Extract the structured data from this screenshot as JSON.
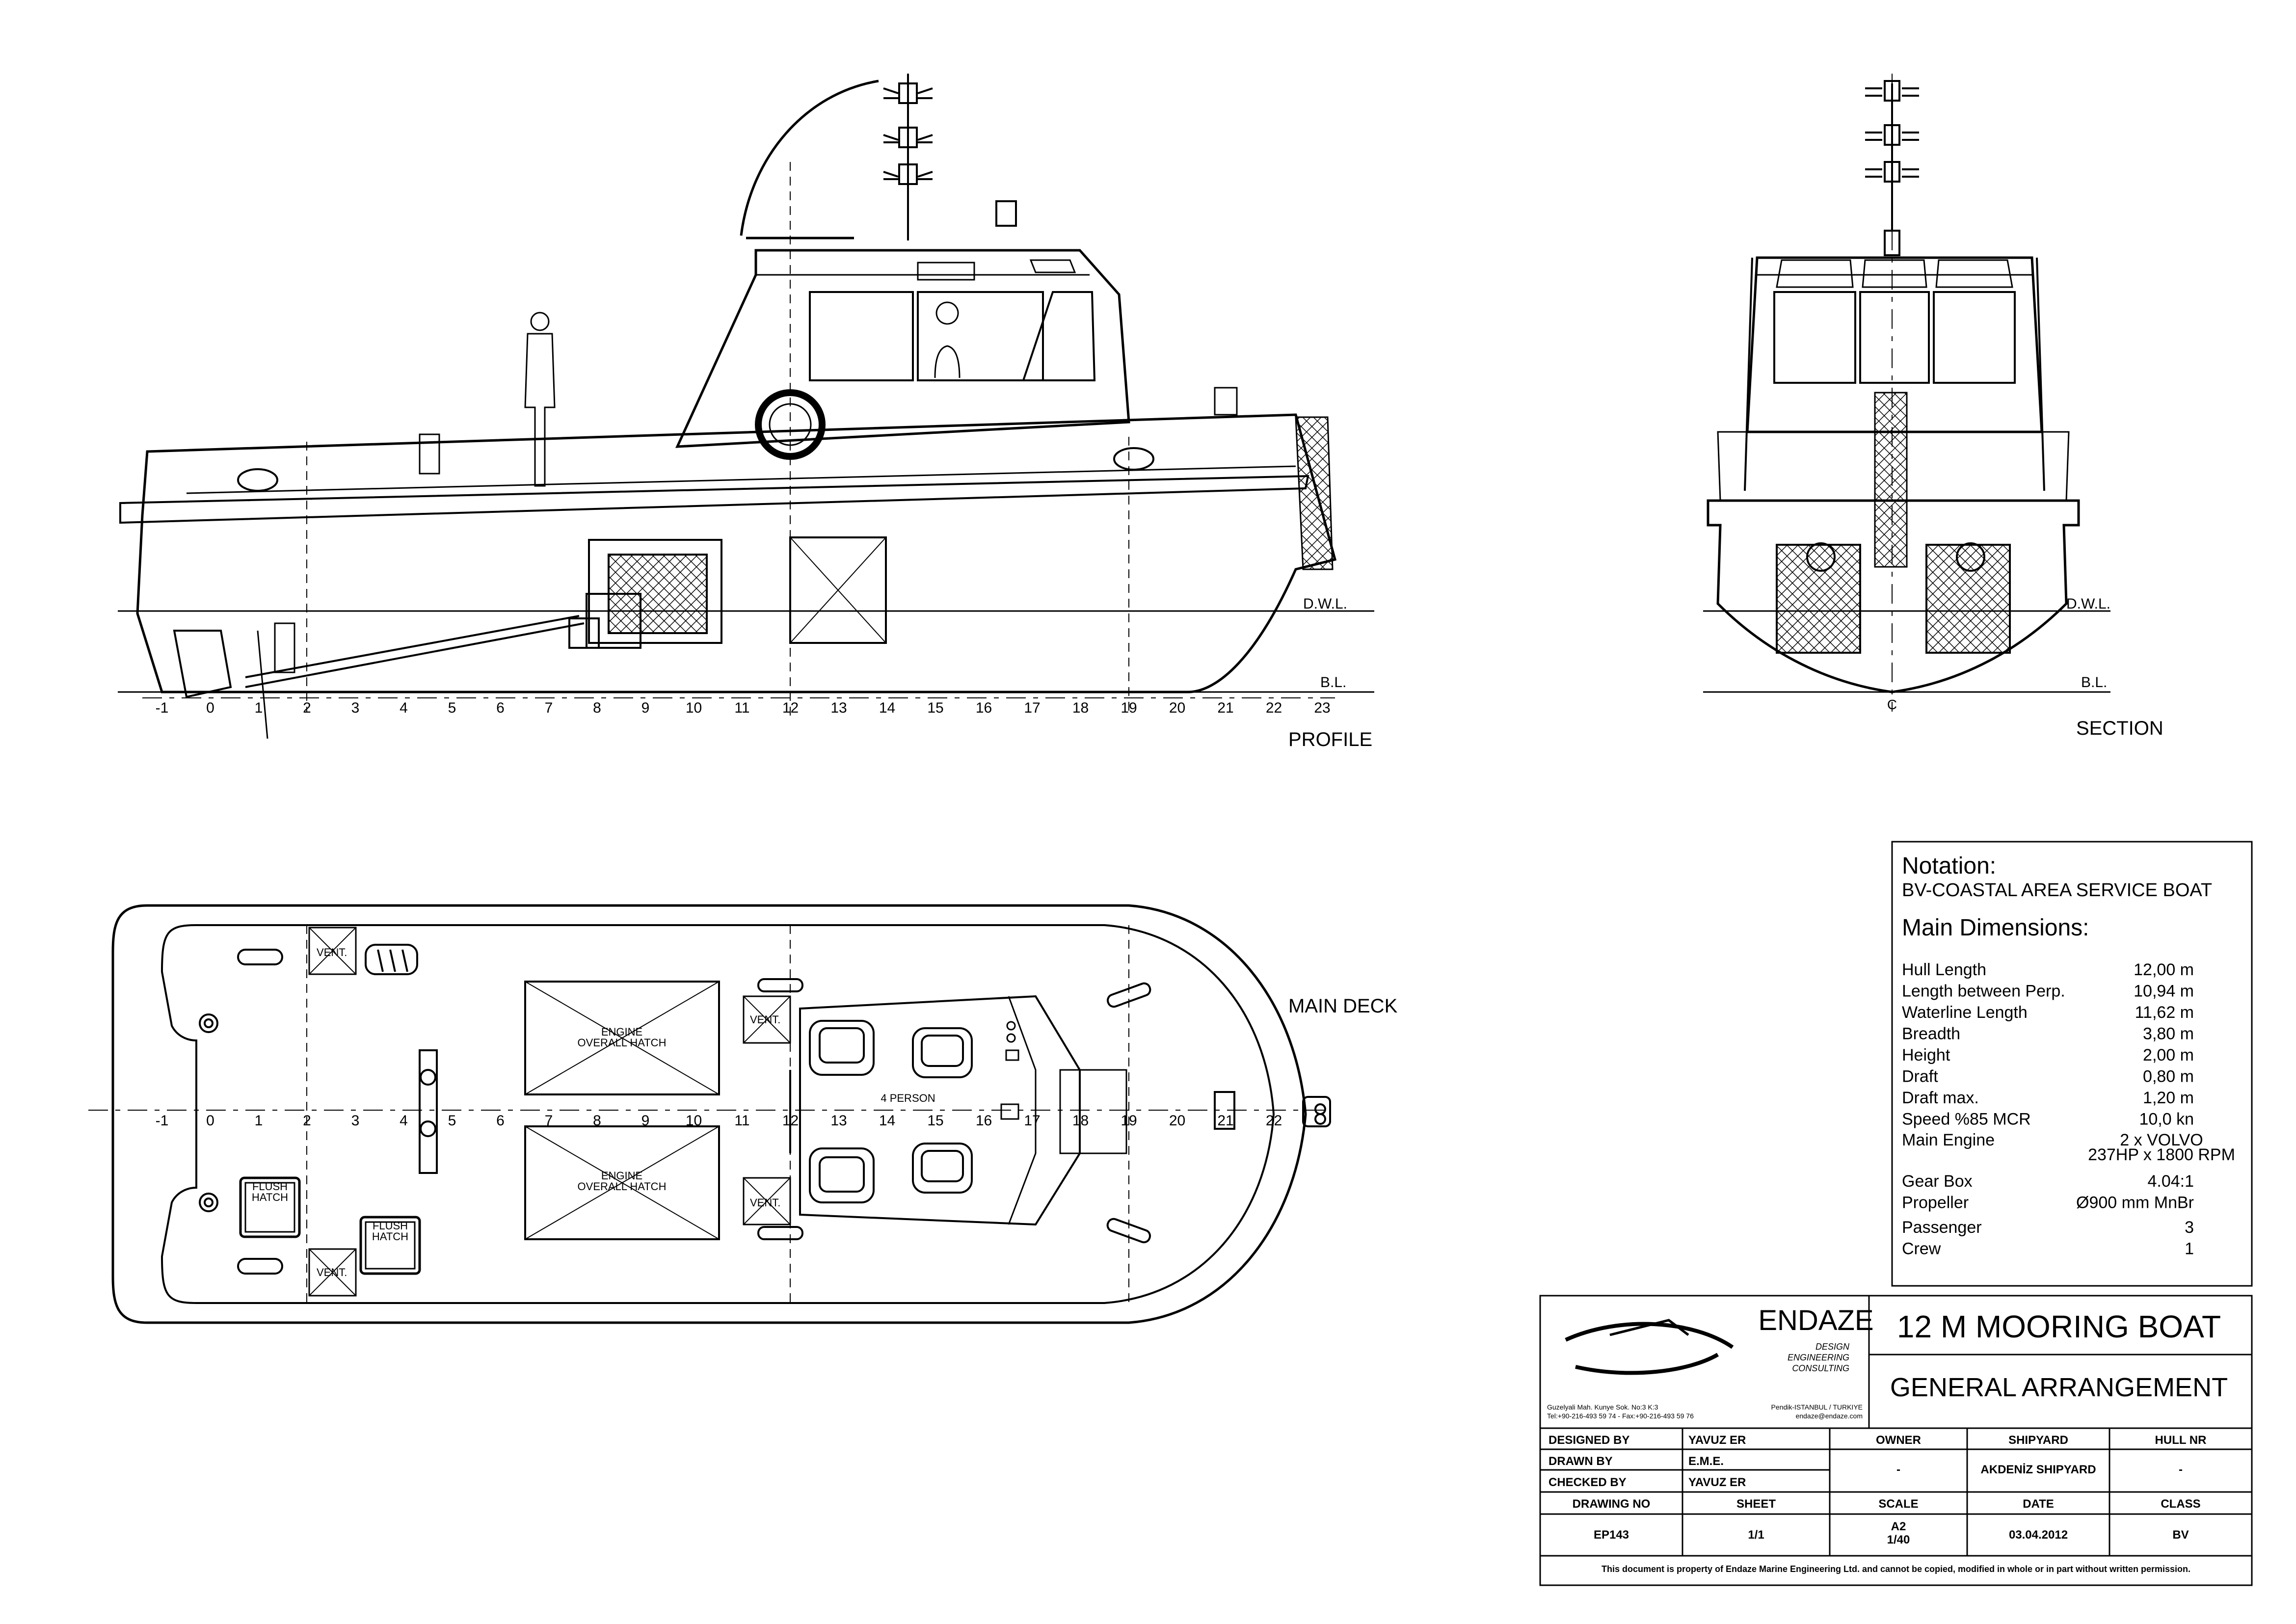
{
  "views": {
    "profile": "PROFILE",
    "section": "SECTION",
    "main_deck": "MAIN DECK"
  },
  "waterline": {
    "dwl": "D.W.L.",
    "bl": "B.L."
  },
  "centerline_mark": "C",
  "frames_profile": [
    "-1",
    "0",
    "1",
    "2",
    "3",
    "4",
    "5",
    "6",
    "7",
    "8",
    "9",
    "10",
    "11",
    "12",
    "13",
    "14",
    "15",
    "16",
    "17",
    "18",
    "19",
    "20",
    "21",
    "22",
    "23"
  ],
  "frames_deck": [
    "-1",
    "0",
    "1",
    "2",
    "3",
    "4",
    "5",
    "6",
    "7",
    "8",
    "9",
    "10",
    "11",
    "12",
    "13",
    "14",
    "15",
    "16",
    "17",
    "18",
    "19",
    "20",
    "21",
    "22"
  ],
  "deck_labels": {
    "vent": "VENT.",
    "engine_line1": "ENGINE",
    "engine_line2": "OVERALL HATCH",
    "four_person": "4 PERSON",
    "flush_line1": "FLUSH",
    "flush_line2": "HATCH"
  },
  "notation": {
    "heading": "Notation:",
    "class_notation": "BV-COASTAL AREA SERVICE BOAT",
    "dims_heading": "Main Dimensions:",
    "rows": [
      {
        "label": "Hull Length",
        "value": "12,00 m"
      },
      {
        "label": "Length between Perp.",
        "value": "10,94 m"
      },
      {
        "label": "Waterline Length",
        "value": "11,62 m"
      },
      {
        "label": "Breadth",
        "value": "3,80 m"
      },
      {
        "label": "Height",
        "value": "2,00 m"
      },
      {
        "label": "Draft",
        "value": "0,80 m"
      },
      {
        "label": "Draft max.",
        "value": "1,20 m"
      },
      {
        "label": "Speed %85 MCR",
        "value": "10,0 kn"
      }
    ],
    "main_engine_label": "Main Engine",
    "main_engine_value1": "2 x VOLVO",
    "main_engine_value2": "237HP x 1800 RPM",
    "rows2": [
      {
        "label": "Gear Box",
        "value": "4.04:1"
      },
      {
        "label": "Propeller",
        "value": "Ø900 mm MnBr"
      }
    ],
    "rows3": [
      {
        "label": "Passenger",
        "value": "3"
      },
      {
        "label": "Crew",
        "value": "1"
      }
    ]
  },
  "title_block": {
    "company": "ENDAZE",
    "tagline1": "DESIGN",
    "tagline2": "ENGINEERING",
    "tagline3": "CONSULTING",
    "address1": "Guzelyali Mah. Kunye Sok. No:3 K:3",
    "address2": "Tel:+90-216-493 59 74 - Fax:+90-216-493 59 76",
    "city": "Pendik-ISTANBUL / TURKIYE",
    "email": "endaze@endaze.com",
    "project": "12 M MOORING BOAT",
    "drawing_title": "GENERAL ARRANGEMENT",
    "designed_by_label": "DESIGNED BY",
    "designed_by": "YAVUZ ER",
    "drawn_by_label": "DRAWN BY",
    "drawn_by": "E.M.E.",
    "checked_by_label": "CHECKED BY",
    "checked_by": "YAVUZ ER",
    "owner_label": "OWNER",
    "owner": "-",
    "shipyard_label": "SHIPYARD",
    "shipyard": "AKDENİZ SHIPYARD",
    "hull_nr_label": "HULL NR",
    "hull_nr": "-",
    "drawing_no_label": "DRAWING NO",
    "drawing_no": "EP143",
    "sheet_label": "SHEET",
    "sheet": "1/1",
    "scale_label": "SCALE",
    "scale1": "A2",
    "scale2": "1/40",
    "date_label": "DATE",
    "date": "03.04.2012",
    "class_label": "CLASS",
    "class": "BV",
    "disclaimer": "This document is property of  Endaze Marine Engineering Ltd. and cannot be copied, modified in whole or in part without written permission."
  }
}
